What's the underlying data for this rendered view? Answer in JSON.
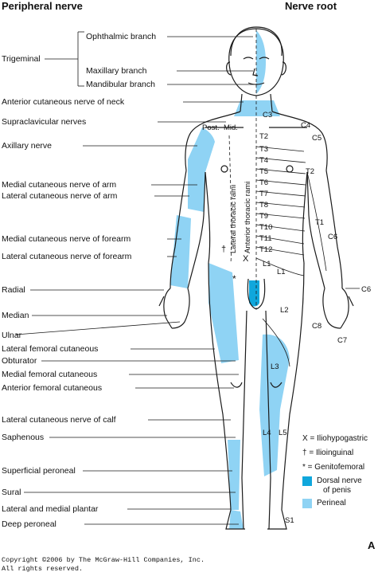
{
  "headers": {
    "left": "Peripheral nerve",
    "right": "Nerve root"
  },
  "left_labels": {
    "trigeminal": "Trigeminal",
    "ophthalmic": "Ophthalmic branch",
    "maxillary": "Maxillary branch",
    "mandibular": "Mandibular branch",
    "ant_cut_neck": "Anterior cutaneous nerve of neck",
    "supraclavicular": "Supraclavicular nerves",
    "axillary": "Axillary nerve",
    "med_cut_arm": "Medial cutaneous nerve of arm",
    "lat_cut_arm": "Lateral cutaneous nerve of arm",
    "med_cut_forearm": "Medial cutaneous nerve of forearm",
    "lat_cut_forearm": "Lateral cutaneous nerve of forearm",
    "radial": "Radial",
    "median": "Median",
    "ulnar": "Ulnar",
    "lat_fem_cut": "Lateral femoral cutaneous",
    "obturator": "Obturator",
    "med_fem_cut": "Medial femoral cutaneous",
    "ant_fem_cut": "Anterior femoral cutaneous",
    "lat_cut_calf": "Lateral cutaneous nerve of calf",
    "saphenous": "Saphenous",
    "sup_peroneal": "Superficial peroneal",
    "sural": "Sural",
    "lat_med_plantar": "Lateral and medial plantar",
    "deep_peroneal": "Deep peroneal"
  },
  "body_labels": {
    "post": "Post.",
    "mid": "Mid.",
    "lat_thoracic": "Lateral thoracic rami",
    "ant_thoracic": "Anterior thoracic rami",
    "x_mark": "X",
    "dagger_mark": "†",
    "star_mark": "*"
  },
  "segments": {
    "C3": "C3",
    "C4": "C4",
    "C5": "C5",
    "C6_arm": "C6",
    "C6_hand": "C6",
    "C7": "C7",
    "C8": "C8",
    "T1": "T1",
    "T2": "T2",
    "T2b": "T2",
    "T3": "T3",
    "T4": "T4",
    "T5": "T5",
    "T6": "T6",
    "T7": "T7",
    "T8": "T8",
    "T9": "T9",
    "T10": "T10",
    "T11": "T11",
    "T12": "T12",
    "L1a": "L1",
    "L1b": "L1",
    "L2": "L2",
    "L3": "L3",
    "L4": "L4",
    "L5": "L5",
    "S1": "S1"
  },
  "legend": {
    "iliohypogastric": "X = Iliohypogastric",
    "ilioinguinal": "† = Ilioinguinal",
    "genitofemoral": "* = Genitofemoral",
    "dorsal_nerve_1": "Dorsal nerve",
    "dorsal_nerve_2": "of penis",
    "perineal": "Perineal"
  },
  "panel_letter": "A",
  "copyright_1": "Copyright ©2006 by The McGraw-Hill Companies, Inc.",
  "copyright_2": "All rights reserved.",
  "colors": {
    "light_blue": "#8fd3f4",
    "dark_blue": "#10a7dc",
    "outline": "#1a1a1a"
  }
}
